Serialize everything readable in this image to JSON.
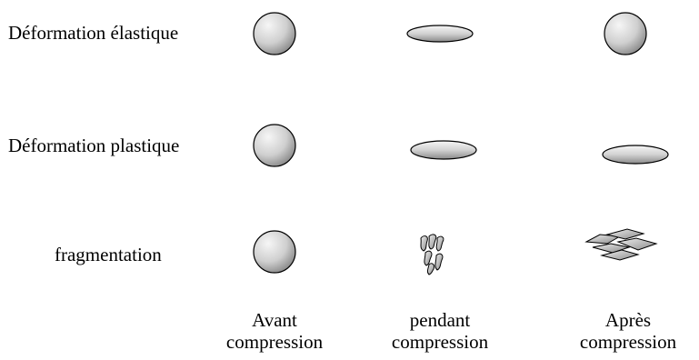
{
  "rows": [
    {
      "label": "Déformation élastique",
      "before": "sphere",
      "during": "ellipse",
      "after": "sphere"
    },
    {
      "label": "Déformation plastique",
      "before": "sphere",
      "during": "ellipse",
      "after": "ellipse"
    },
    {
      "label": "fragmentation",
      "before": "sphere",
      "during": "fragments",
      "after": "flakes"
    }
  ],
  "columns": [
    {
      "line1": "Avant",
      "line2": "compression"
    },
    {
      "line1": "pendant",
      "line2": "compression"
    },
    {
      "line1": "Après",
      "line2": "compression"
    }
  ],
  "colors": {
    "fill_light": "#f4f4f4",
    "fill_dark": "#8a8a8a",
    "stroke": "#000000"
  }
}
